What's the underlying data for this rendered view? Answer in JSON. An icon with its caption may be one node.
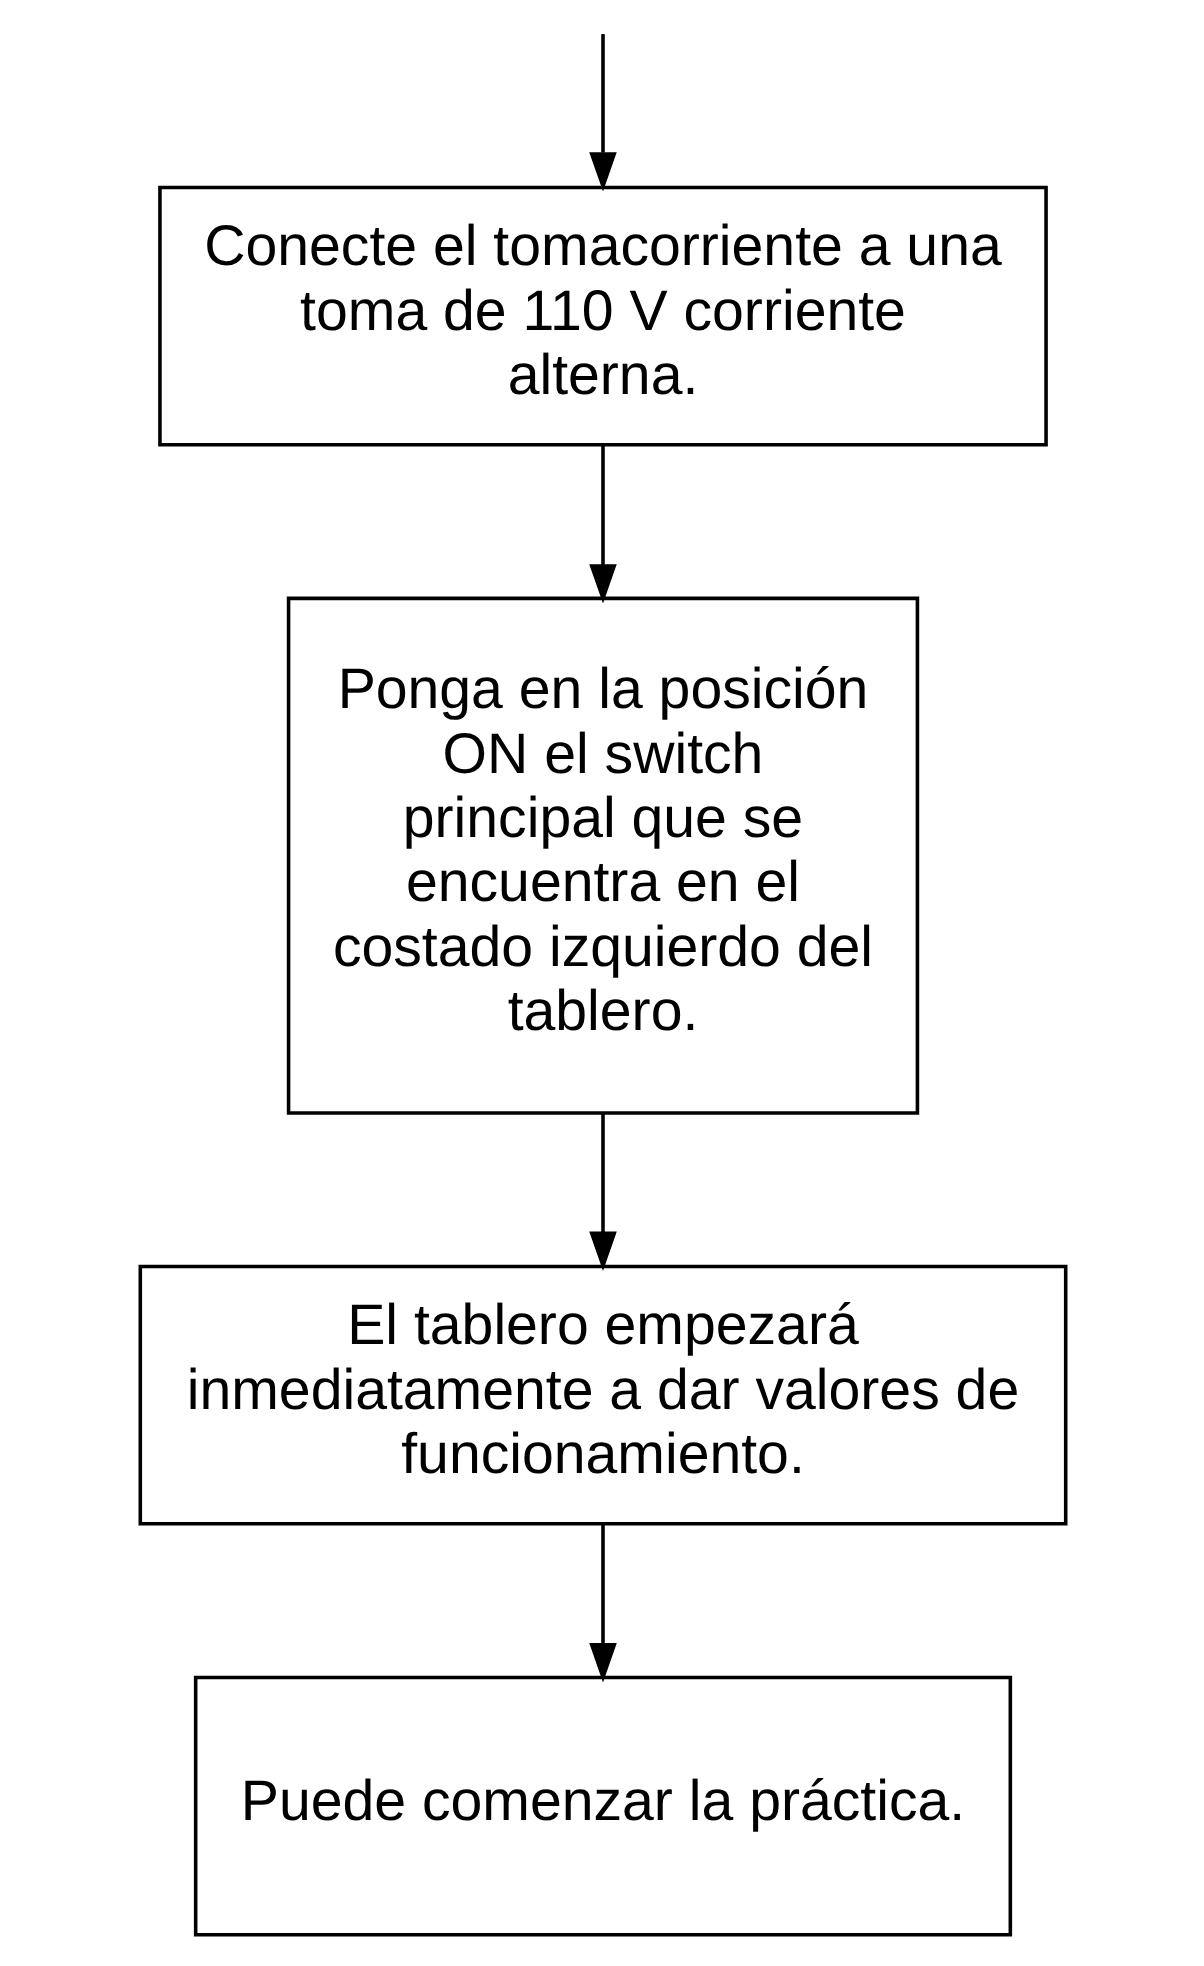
{
  "diagram": {
    "nodes": [
      {
        "text": [
          "Conecte el tomacorriente a una toma de 110 V corriente alterna."
        ]
      },
      {
        "text": [
          "Ponga en la posición ON el switch principal que se encuentra en el costado izquierdo del tablero."
        ]
      },
      {
        "text": [
          "El tablero empezará inmediatamente a dar valores de funcionamiento."
        ]
      },
      {
        "text": [
          "Puede comenzar la práctica."
        ]
      }
    ],
    "edges": [
      {
        "from": null,
        "to": 0,
        "arrow": "to"
      },
      {
        "from": 0,
        "to": 1,
        "arrow": "to"
      },
      {
        "from": 1,
        "to": 2,
        "arrow": "to"
      },
      {
        "from": 2,
        "to": 3,
        "arrow": "to"
      }
    ]
  }
}
